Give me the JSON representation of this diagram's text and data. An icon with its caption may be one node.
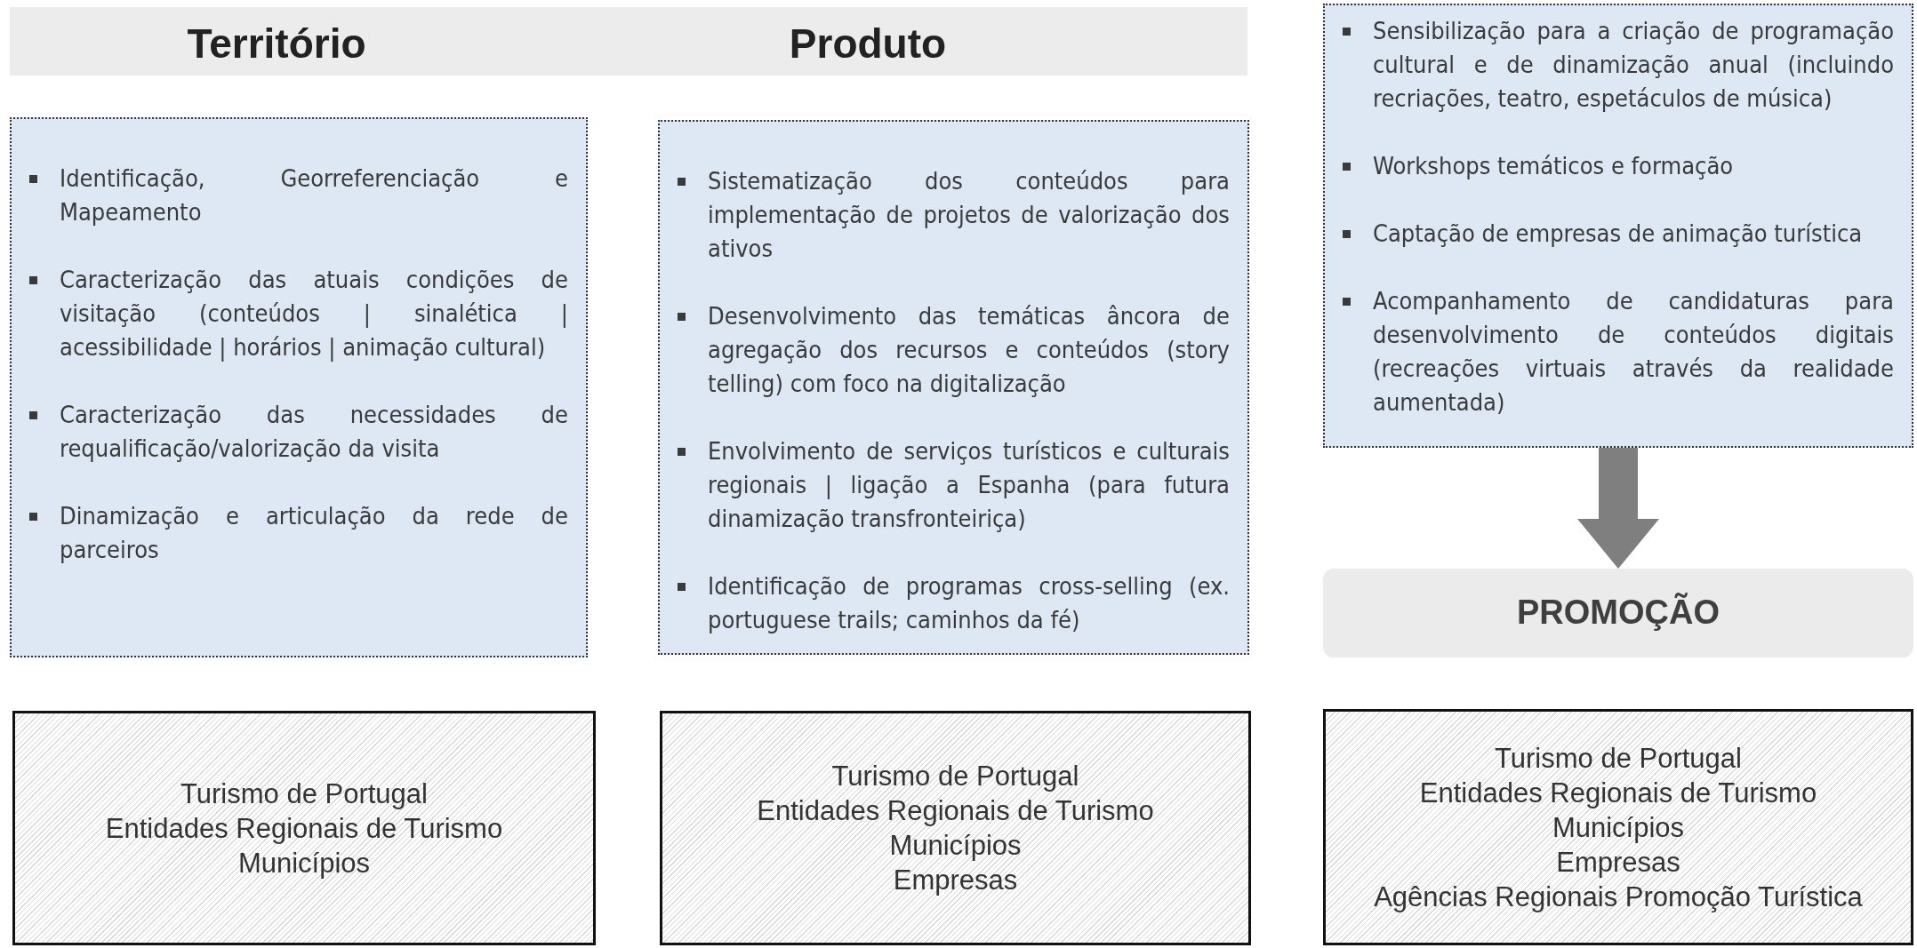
{
  "diagram": {
    "nodes": [
      {
        "text": [
          "Território",
          "Produto"
        ]
      },
      {
        "text": [
          "Identificação, Georreferenciação e Mapeamento",
          "Caracterização das atuais condições de visitação (conteúdos | sinalética | acessibilidade | horários | animação cultural)",
          "Caracterização das necessidades de requalificação/valorização da visita",
          "Dinamização e articulação da rede de parceiros"
        ]
      },
      {
        "text": [
          "Sistematização dos conteúdos para implementação de projetos de valorização dos ativos",
          "Desenvolvimento das temáticas âncora de agregação dos recursos e conteúdos (story telling) com foco na digitalização",
          "Envolvimento de serviços turísticos e culturais regionais | ligação a Espanha (para futura dinamização transfronteiriça)",
          "Identificação de programas cross-selling (ex. portuguese trails; caminhos da fé)"
        ]
      },
      {
        "text": [
          "Sensibilização para a criação de programação cultural e de dinamização anual (incluindo recriações, teatro, espetáculos de música)",
          "Workshops temáticos e formação",
          "Captação de empresas de animação turística",
          "Acompanhamento de candidaturas para desenvolvimento de conteúdos digitais (recreações virtuais através da realidade aumentada)"
        ]
      },
      {
        "text": [
          "PROMOÇÃO"
        ]
      },
      {
        "text": [
          "Turismo de Portugal",
          "Entidades Regionais de Turismo",
          "Municípios"
        ]
      },
      {
        "text": [
          "Turismo de Portugal",
          "Entidades Regionais de Turismo",
          "Municípios",
          "Empresas"
        ]
      },
      {
        "text": [
          "Turismo de Portugal",
          "Entidades Regionais de Turismo",
          "Municípios",
          "Empresas",
          "Agências Regionais Promoção Turística"
        ]
      }
    ],
    "edges": [
      {
        "from": 3,
        "to": 4,
        "arrow": "to",
        "style": "thick",
        "color": "#7f7f7f"
      }
    ]
  }
}
